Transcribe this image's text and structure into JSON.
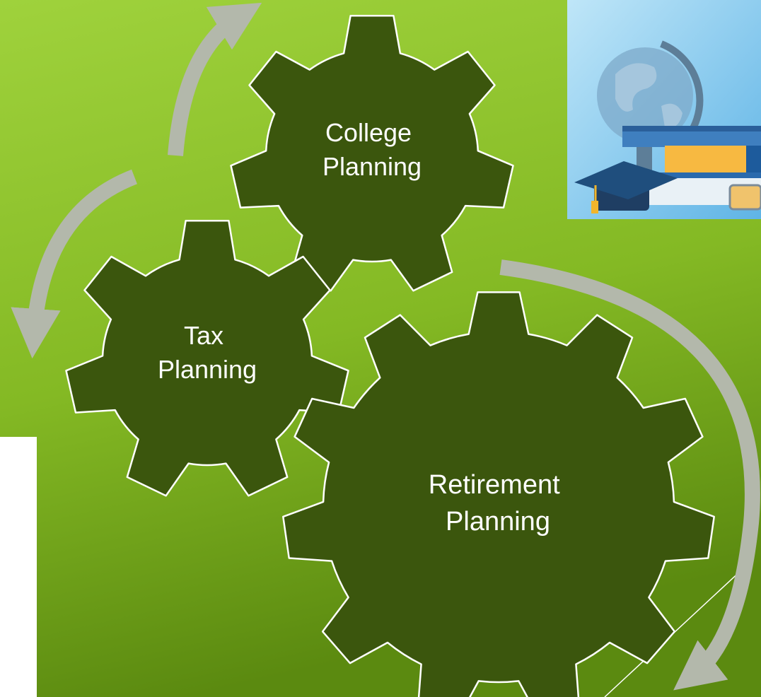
{
  "colors": {
    "background_top": "#9dd13a",
    "background_bottom": "#5e8d12",
    "gear_fill": "#3b560d",
    "gear_stroke": "#ffffff",
    "arrow": "#b5b9ae",
    "label": "#ffffff",
    "panel": "#ffffff"
  },
  "diagram": {
    "gears": [
      {
        "id": "college",
        "lines": [
          "College",
          "Planning"
        ]
      },
      {
        "id": "tax",
        "lines": [
          "Tax",
          "Planning"
        ]
      },
      {
        "id": "retirement",
        "lines": [
          "Retirement",
          "Planning"
        ]
      }
    ],
    "arrows": [
      "arrow-up-left",
      "arrow-down-left",
      "arrow-down-right"
    ]
  },
  "photo": {
    "subject": "globe, books and graduation cap"
  }
}
